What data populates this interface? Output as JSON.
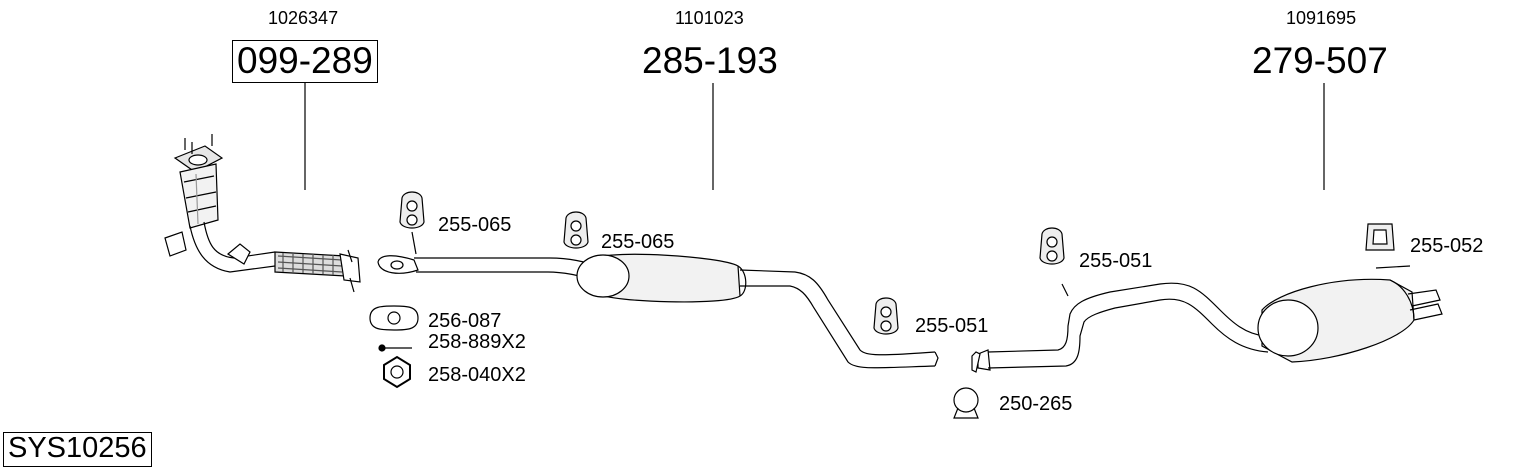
{
  "oem": {
    "front": "1026347",
    "middle": "1101023",
    "rear": "1091695"
  },
  "main_parts": {
    "front": "099-289",
    "middle": "285-193",
    "rear": "279-507"
  },
  "parts": {
    "hanger_front_1": "255-065",
    "hanger_front_2": "255-065",
    "hanger_mid": "255-051",
    "hanger_rear_1": "255-051",
    "hanger_rear_2": "255-052",
    "gasket": "256-087",
    "bolt": "258-889X2",
    "nut": "258-040X2",
    "clamp": "250-265"
  },
  "system_id": "SYS10256"
}
